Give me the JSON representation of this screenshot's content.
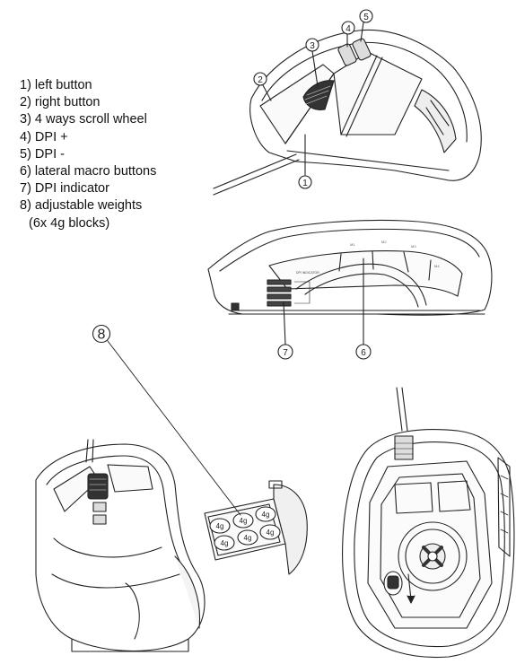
{
  "legend": {
    "items": [
      "1) left button",
      "2) right button",
      "3) 4 ways scroll wheel",
      "4) DPI +",
      "5) DPI -",
      "6) lateral macro buttons",
      "7) DPI indicator",
      "8) adjustable weights"
    ],
    "item8_continuation": "(6x 4g blocks)"
  },
  "callouts": {
    "c1": "1",
    "c2": "2",
    "c3": "3",
    "c4": "4",
    "c5": "5",
    "c6": "6",
    "c7": "7",
    "c8": "8"
  },
  "weight_label": "4g",
  "side_labels": {
    "dpi_indicator": "DPI INDICATOR",
    "m1": "M1",
    "m2": "M2",
    "m3": "M3",
    "m4": "M4"
  }
}
